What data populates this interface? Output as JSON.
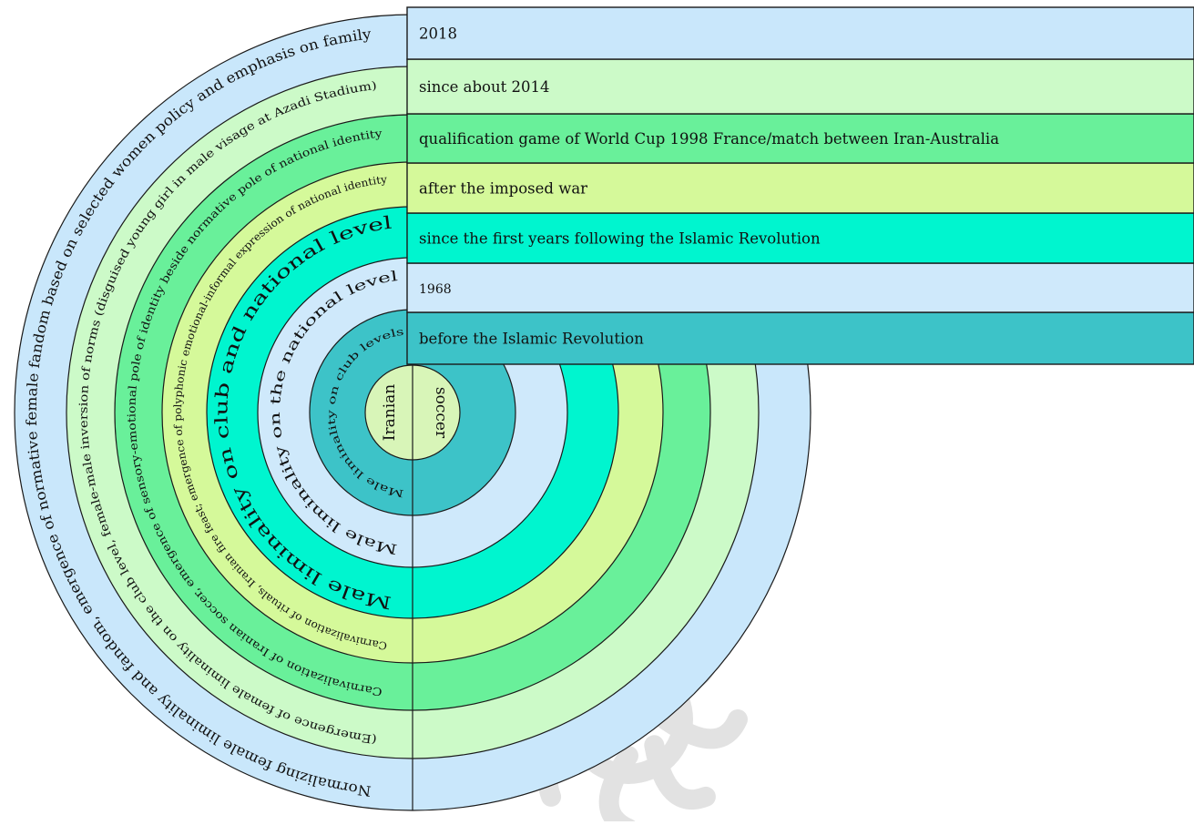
{
  "center": {
    "left_label": "Iranian",
    "right_label": "soccer",
    "color": "#d8f5b8"
  },
  "layers": [
    {
      "ring_text": "Male liminality on club levels",
      "time_label": "before the Islamic Revolution",
      "color": "#3dc3c8"
    },
    {
      "ring_text": "Male liminality on the national level",
      "time_label": "1968",
      "color": "#cfe9fb"
    },
    {
      "ring_text": "Male liminality on club and national level",
      "time_label": "since the first years following the Islamic Revolution",
      "color": "#00f5cf"
    },
    {
      "ring_text": "Carnivalization of rituals, Iranian fire feast; emergence of polyphonic emotional-informal expression of national identity",
      "time_label": "after the imposed war",
      "color": "#d5f99a"
    },
    {
      "ring_text": "Carnivalization of Iranian soccer, emergence of sensory-emotional pole of identity beside normative pole of national identity",
      "time_label": "qualification game of World Cup 1998 France/match between Iran-Australia",
      "color": "#69f09a"
    },
    {
      "ring_text": "(Emergence of female liminality on the club level, female-male inversion of norms (disguised young girl in male visage at Azadi Stadium)",
      "time_label": "since about 2014",
      "color": "#ccfac8"
    },
    {
      "ring_text": "Normalizing female liminality and fandom, emergence of normative female fandom based on selected women policy and emphasis on family",
      "time_label": "2018",
      "color": "#c9e7fb"
    }
  ],
  "colors": {
    "stroke": "#1a1a1a",
    "watermark": "#9a9a9a"
  }
}
